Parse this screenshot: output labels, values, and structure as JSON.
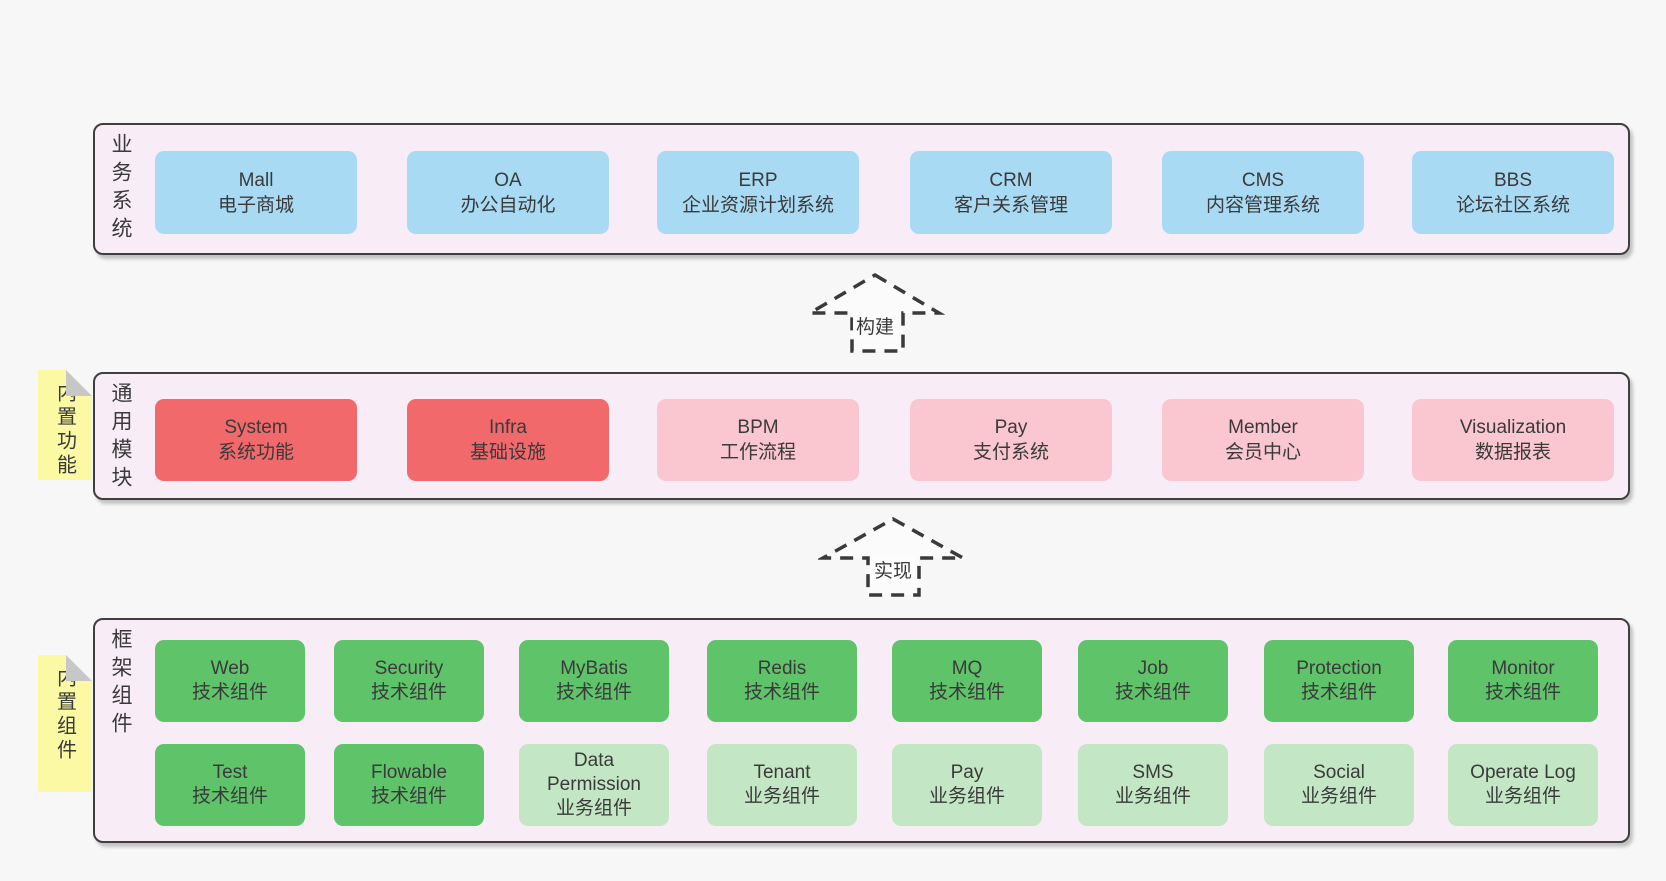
{
  "arrows": {
    "build": "构建",
    "implement": "实现"
  },
  "colors": {
    "page_bg": "#f7f7f7",
    "band_bg": "#f8edf7",
    "band_border": "#3f3f3f",
    "blue_box": "#a9daf3",
    "red_box": "#f2696c",
    "pink_box": "#fac6d0",
    "green_dark_box": "#5fc36a",
    "green_light_box": "#c3e7c4",
    "sticky_yellow": "#fbf9a3",
    "sticky_fold": "#c7c7c7",
    "text": "#3a3a3a"
  },
  "bands": {
    "business": {
      "label": "业务系统",
      "boxes": [
        {
          "en": "Mall",
          "zh": "电子商城"
        },
        {
          "en": "OA",
          "zh": "办公自动化"
        },
        {
          "en": "ERP",
          "zh": "企业资源计划系统"
        },
        {
          "en": "CRM",
          "zh": "客户关系管理"
        },
        {
          "en": "CMS",
          "zh": "内容管理系统"
        },
        {
          "en": "BBS",
          "zh": "论坛社区系统"
        }
      ]
    },
    "modules": {
      "label": "通用模块",
      "sticky": "内置功能",
      "boxes": [
        {
          "en": "System",
          "zh": "系统功能"
        },
        {
          "en": "Infra",
          "zh": "基础设施"
        },
        {
          "en": "BPM",
          "zh": "工作流程"
        },
        {
          "en": "Pay",
          "zh": "支付系统"
        },
        {
          "en": "Member",
          "zh": "会员中心"
        },
        {
          "en": "Visualization",
          "zh": "数据报表"
        }
      ]
    },
    "components": {
      "label": "框架组件",
      "sticky": "内置组件",
      "rows": [
        [
          {
            "en": "Web",
            "zh": "技术组件"
          },
          {
            "en": "Security",
            "zh": "技术组件"
          },
          {
            "en": "MyBatis",
            "zh": "技术组件"
          },
          {
            "en": "Redis",
            "zh": "技术组件"
          },
          {
            "en": "MQ",
            "zh": "技术组件"
          },
          {
            "en": "Job",
            "zh": "技术组件"
          },
          {
            "en": "Protection",
            "zh": "技术组件"
          },
          {
            "en": "Monitor",
            "zh": "技术组件"
          }
        ],
        [
          {
            "en": "Test",
            "zh": "技术组件"
          },
          {
            "en": "Flowable",
            "zh": "技术组件"
          },
          {
            "en": "Data Permission",
            "zh": "业务组件"
          },
          {
            "en": "Tenant",
            "zh": "业务组件"
          },
          {
            "en": "Pay",
            "zh": "业务组件"
          },
          {
            "en": "SMS",
            "zh": "业务组件"
          },
          {
            "en": "Social",
            "zh": "业务组件"
          },
          {
            "en": "Operate Log",
            "zh": "业务组件"
          }
        ]
      ]
    }
  }
}
